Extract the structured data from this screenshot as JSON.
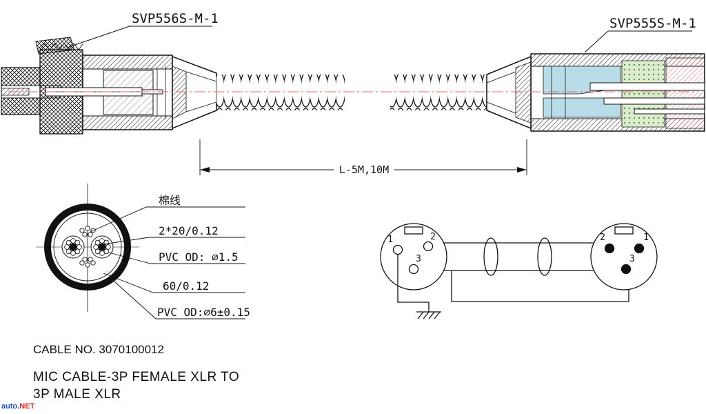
{
  "connectors": {
    "left_label": "SVP556S-M-1",
    "right_label": "SVP555S-M-1"
  },
  "dimension": {
    "length_label": "L-5M,10M"
  },
  "cross_section": {
    "labels": [
      "棉线",
      "2*20/0.12",
      "PVC OD: ∅1.5",
      "60/0.12",
      "PVC OD:∅6±0.15"
    ]
  },
  "pinout": {
    "left_pins": [
      "1",
      "2",
      "3"
    ],
    "right_pins": [
      "2",
      "1",
      "3"
    ]
  },
  "footer": {
    "cable_no": "CABLE NO. 3070100012",
    "description_line1": "MIC CABLE-3P FEMALE XLR TO",
    "description_line2": "3P MALE XLR"
  },
  "watermark": {
    "prefix": "auto.",
    "suffix": "NET"
  },
  "colors": {
    "line": "#111111",
    "centerline_red": "#e06666",
    "insulation_blue": "#b9dde8",
    "insulation_green": "#ddeccf",
    "hatch_red": "#dd5c5c",
    "watermark_blue": "#1a56c4",
    "watermark_red": "#d42a2a"
  }
}
